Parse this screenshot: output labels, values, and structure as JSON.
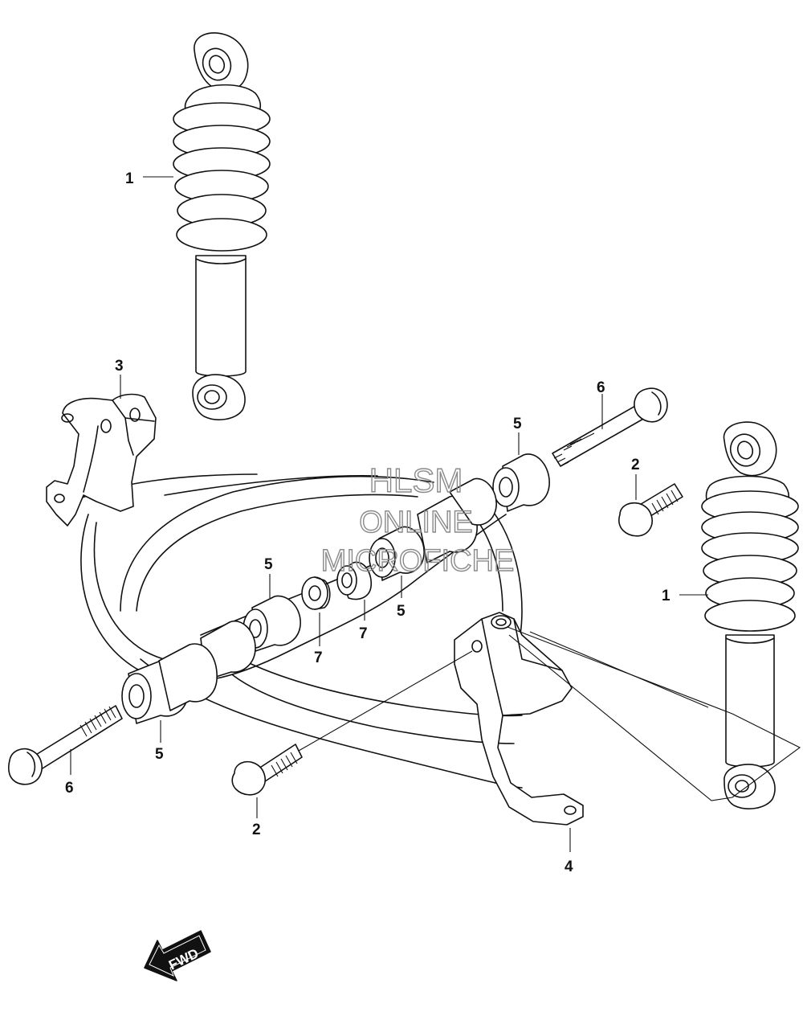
{
  "diagram": {
    "callouts": [
      {
        "id": "shock-left",
        "label": "1"
      },
      {
        "id": "shock-right",
        "label": "1"
      },
      {
        "id": "bolt-2-right",
        "label": "2"
      },
      {
        "id": "bolt-2-bottom",
        "label": "2"
      },
      {
        "id": "bracket-3",
        "label": "3"
      },
      {
        "id": "bracket-4",
        "label": "4"
      },
      {
        "id": "bush-5-top",
        "label": "5"
      },
      {
        "id": "bush-5-mid-left",
        "label": "5"
      },
      {
        "id": "bush-5-mid-right",
        "label": "5"
      },
      {
        "id": "bush-5-bottom",
        "label": "5"
      },
      {
        "id": "bolt-6-top",
        "label": "6"
      },
      {
        "id": "bolt-6-bottom",
        "label": "6"
      },
      {
        "id": "washer-7-left",
        "label": "7"
      },
      {
        "id": "washer-7-right",
        "label": "7"
      }
    ],
    "watermark": {
      "line1": "HLSM",
      "line2": "ONLINE",
      "line3": "MICROFICHE"
    },
    "direction_badge": {
      "label": "FWD",
      "icon": "forward-arrow-icon"
    },
    "colors": {
      "line": "#111111",
      "watermark": "#8a8a8a",
      "background": "#ffffff"
    }
  }
}
